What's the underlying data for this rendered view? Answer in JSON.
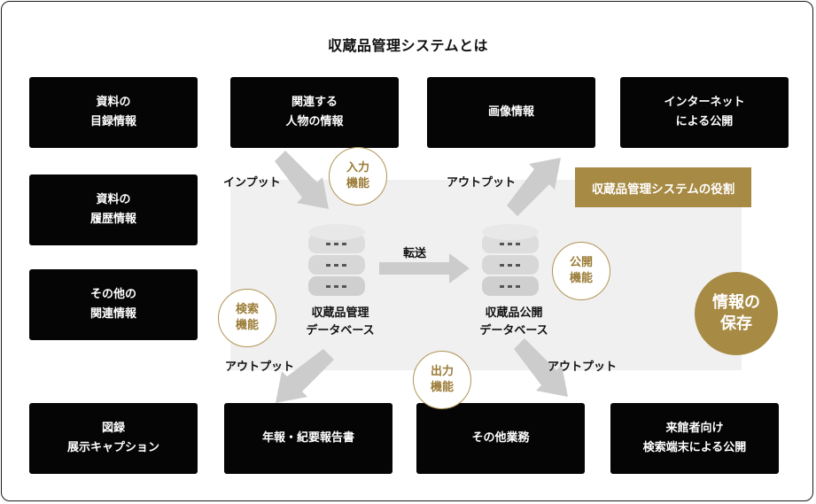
{
  "title": "収蔵品管理システムとは",
  "role_label": "収蔵品管理システムの役割",
  "storage_circle": "情報の\n保存",
  "input_boxes": [
    {
      "text": "資料の\n目録情報"
    },
    {
      "text": "資料の\n履歴情報"
    },
    {
      "text": "その他の\n関連情報"
    },
    {
      "text": "関連する\n人物の情報"
    }
  ],
  "output_top_boxes": [
    {
      "text": "画像情報"
    },
    {
      "text": "インターネット\nによる公開"
    }
  ],
  "output_bottom_boxes": [
    {
      "text": "図録\n展示キャプション"
    },
    {
      "text": "年報・紀要報告書"
    },
    {
      "text": "その他業務"
    },
    {
      "text": "来館者向け\n検索端末による公開"
    }
  ],
  "function_circles": {
    "input": "入力\n機能",
    "search": "検索\n機能",
    "output": "出力\n機能",
    "public": "公開\n機能"
  },
  "flow_labels": {
    "input": "インプット",
    "output_top": "アウトプット",
    "output_left": "アウトプット",
    "output_right": "アウトプット",
    "transfer": "転送"
  },
  "databases": {
    "management": "収蔵品管理\nデータベース",
    "public": "収蔵品公開\nデータベース"
  },
  "colors": {
    "box": "#050505",
    "gold": "#a78a43",
    "arrow": "#cccccc",
    "panel": "#f0f0f0"
  }
}
